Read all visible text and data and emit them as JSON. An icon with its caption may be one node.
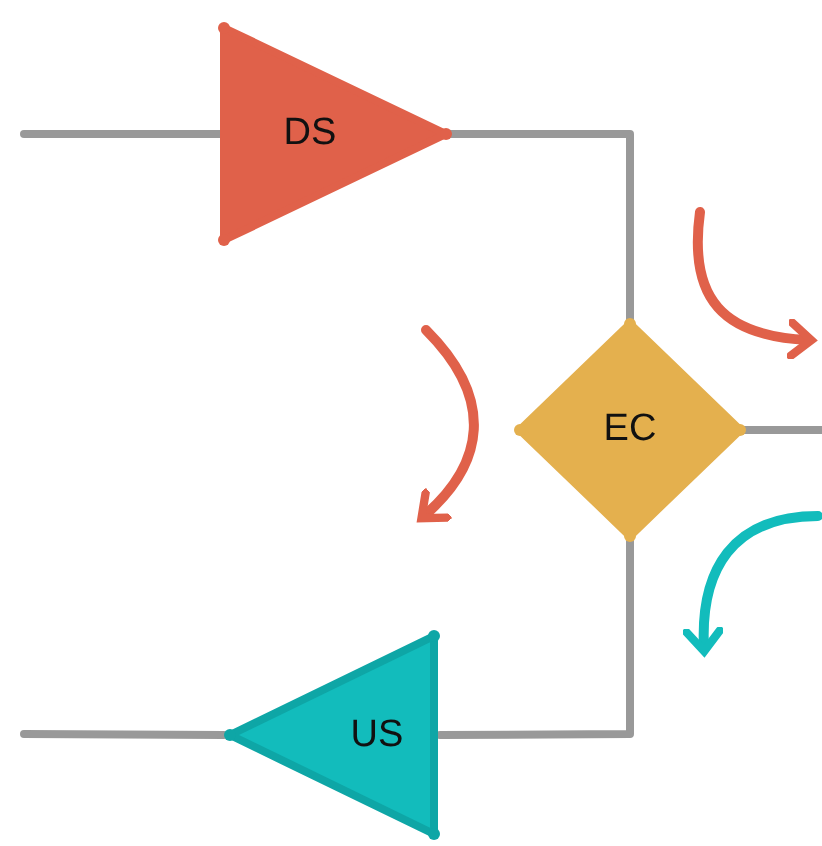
{
  "diagram": {
    "nodes": [
      {
        "text": [
          "DS"
        ]
      },
      {
        "text": [
          "EC"
        ]
      },
      {
        "text": [
          "US"
        ]
      }
    ],
    "edges": [
      {
        "from": null,
        "to": 0,
        "arrow": "none"
      },
      {
        "from": 0,
        "to": 1,
        "arrow": "none"
      },
      {
        "from": 1,
        "to": null,
        "arrow": "none"
      },
      {
        "from": 1,
        "to": 2,
        "arrow": "none"
      },
      {
        "from": 2,
        "to": null,
        "arrow": "none"
      }
    ]
  }
}
